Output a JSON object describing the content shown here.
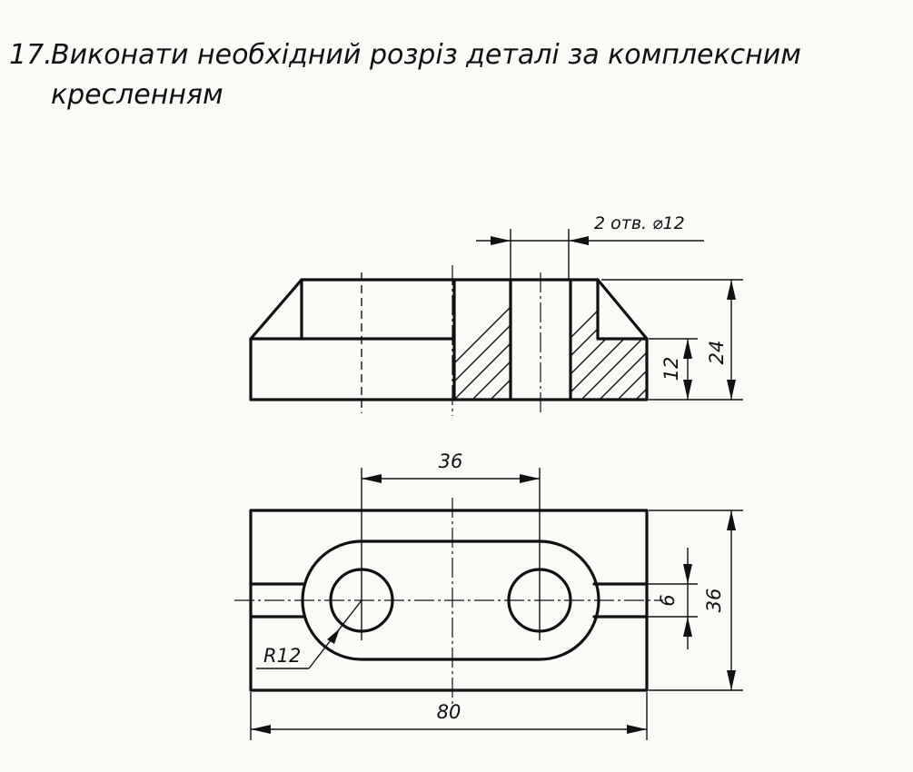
{
  "task": {
    "number": "17.",
    "line1": "Виконати необхідний розріз деталі за комплексним",
    "line2": "кресленням"
  },
  "dimensions": {
    "holes": "2 отв. ⌀12",
    "height_total": "24",
    "height_step": "12",
    "center_distance": "36",
    "slot_width": "6",
    "width": "36",
    "length": "80",
    "radius": "R12"
  }
}
